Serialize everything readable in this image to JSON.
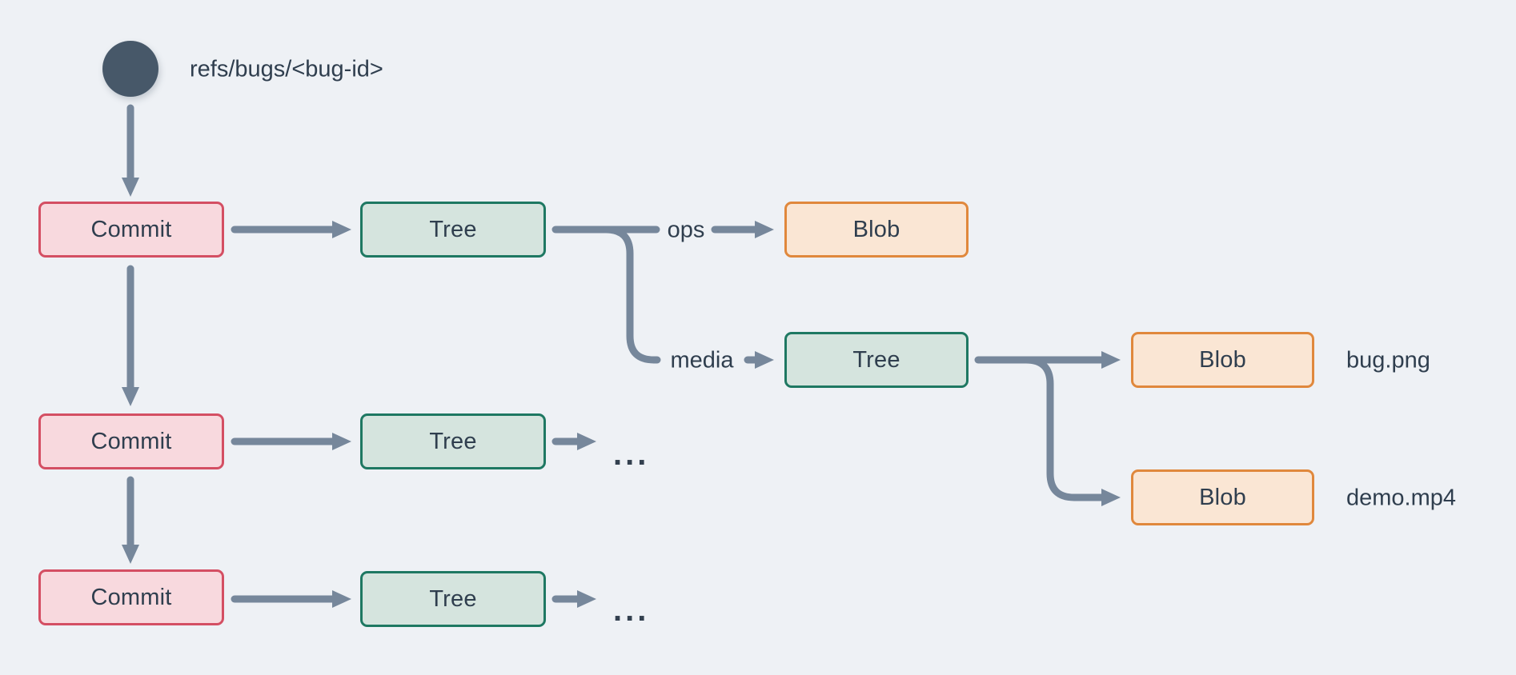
{
  "diagram": {
    "ref": {
      "label": "refs/bugs/<bug-id>"
    },
    "nodes": {
      "commit1": {
        "label": "Commit"
      },
      "commit2": {
        "label": "Commit"
      },
      "commit3": {
        "label": "Commit"
      },
      "tree_root1": {
        "label": "Tree"
      },
      "tree_root2": {
        "label": "Tree"
      },
      "tree_root3": {
        "label": "Tree"
      },
      "tree_media": {
        "label": "Tree"
      },
      "blob_ops": {
        "label": "Blob"
      },
      "blob_bug": {
        "label": "Blob"
      },
      "blob_demo": {
        "label": "Blob"
      }
    },
    "edge_labels": {
      "ops": {
        "label": "ops"
      },
      "media": {
        "label": "media"
      }
    },
    "file_labels": {
      "bug": {
        "label": "bug.png"
      },
      "demo": {
        "label": "demo.mp4"
      }
    },
    "ellipsis_row2": "...",
    "ellipsis_row3": "..."
  },
  "colors": {
    "background": "#eef1f5",
    "connector": "#76879b",
    "text": "#2f3e4e",
    "ref_circle": "#475869",
    "commit_fill": "#f8d9de",
    "commit_border": "#d44f63",
    "tree_fill": "#d5e4de",
    "tree_border": "#1e7862",
    "blob_fill": "#fae6d4",
    "blob_border": "#e0883c"
  }
}
